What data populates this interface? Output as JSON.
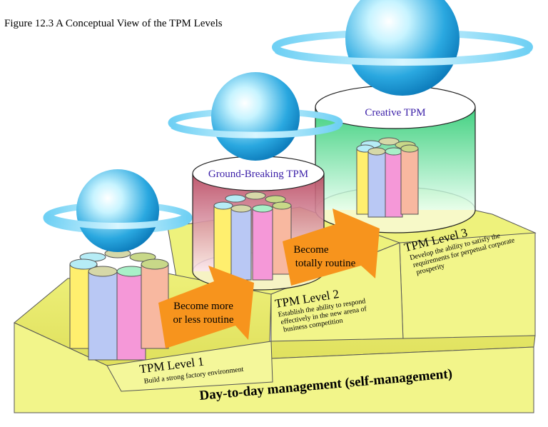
{
  "figure": {
    "caption": "Figure 12.3 A Conceptual View of the TPM Levels"
  },
  "base": {
    "label": "Day-to-day management (self-management)"
  },
  "levels": [
    {
      "title": "TPM Level 1",
      "description": [
        "Build a strong factory environment"
      ]
    },
    {
      "title": "TPM Level 2",
      "description": [
        "Establish the ability to respond",
        "effectively in the new arena of",
        "business competition"
      ]
    },
    {
      "title": "TPM Level 3",
      "description": [
        "Develop the ability to satisfy the",
        "requirements for perpetual corporate",
        "prosperity"
      ]
    }
  ],
  "containers": {
    "level2": "Ground-Breaking TPM",
    "level3": "Creative TPM"
  },
  "arrows": [
    [
      "Become more",
      "or less routine"
    ],
    [
      "Become",
      "totally routine"
    ]
  ],
  "pillar_colors": [
    "#ffef6e",
    "#b9c8f4",
    "#f598d8",
    "#f8b8a0"
  ],
  "pillar_top_colors": [
    "#b6ecf6",
    "#d6d8a8",
    "#a8f0c8",
    "#c8d888"
  ],
  "icons": [
    "planet-icon"
  ],
  "colors": {
    "platform": "#f2f58a",
    "arrow": "#f7941d",
    "container_text": "#3b1fa8"
  }
}
